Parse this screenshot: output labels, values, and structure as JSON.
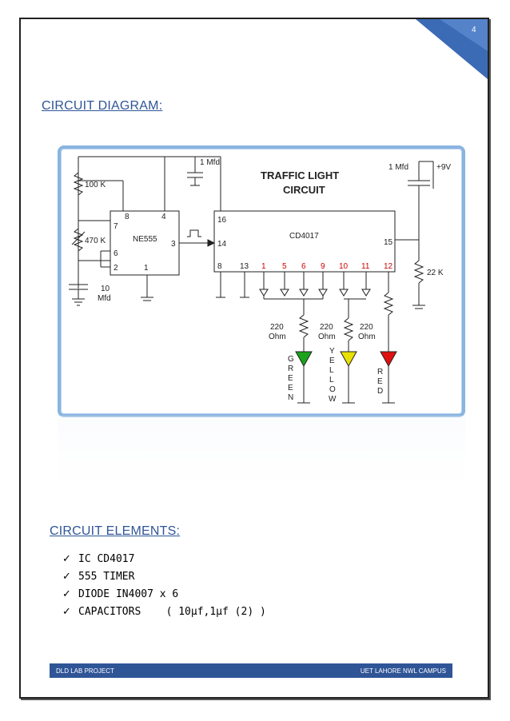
{
  "page_number": "4",
  "section1_title": "CIRCUIT DIAGRAM:",
  "section2_title": "CIRCUIT ELEMENTS:",
  "diagram": {
    "title_line1": "TRAFFIC LIGHT",
    "title_line2": "CIRCUIT",
    "r1": "100 K",
    "r2": "470 K",
    "c_timing": "10",
    "c_timing_unit": "Mfd",
    "c_top": "1 Mfd",
    "c_right": "1 Mfd",
    "vcc": "+9V",
    "r_right": "22 K",
    "ne555": "NE555",
    "cd4017": "CD4017",
    "ne_pins": [
      "8",
      "4",
      "7",
      "6",
      "2",
      "1",
      "3"
    ],
    "cd_pins": [
      "16",
      "14",
      "15",
      "8",
      "13",
      "1",
      "5",
      "6",
      "9",
      "10",
      "11",
      "12"
    ],
    "r_led": "220",
    "r_led_unit": "Ohm",
    "green_letters": [
      "G",
      "R",
      "E",
      "E",
      "N"
    ],
    "yellow_letters": [
      "Y",
      "E",
      "L",
      "L",
      "O",
      "W"
    ],
    "red_letters": [
      "R",
      "E",
      "D"
    ],
    "colors": {
      "green": "#1aa31a",
      "yellow": "#e8e000",
      "red": "#e01010"
    }
  },
  "elements": [
    "IC CD4017",
    "555 TIMER",
    "DIODE IN4007 x 6",
    "CAPACITORS    ( 10µf,1µf (2) )"
  ],
  "footer_left": "DLD LAB PROJECT",
  "footer_right": "UET LAHORE NWL CAMPUS",
  "accent_color": "#2f5597"
}
